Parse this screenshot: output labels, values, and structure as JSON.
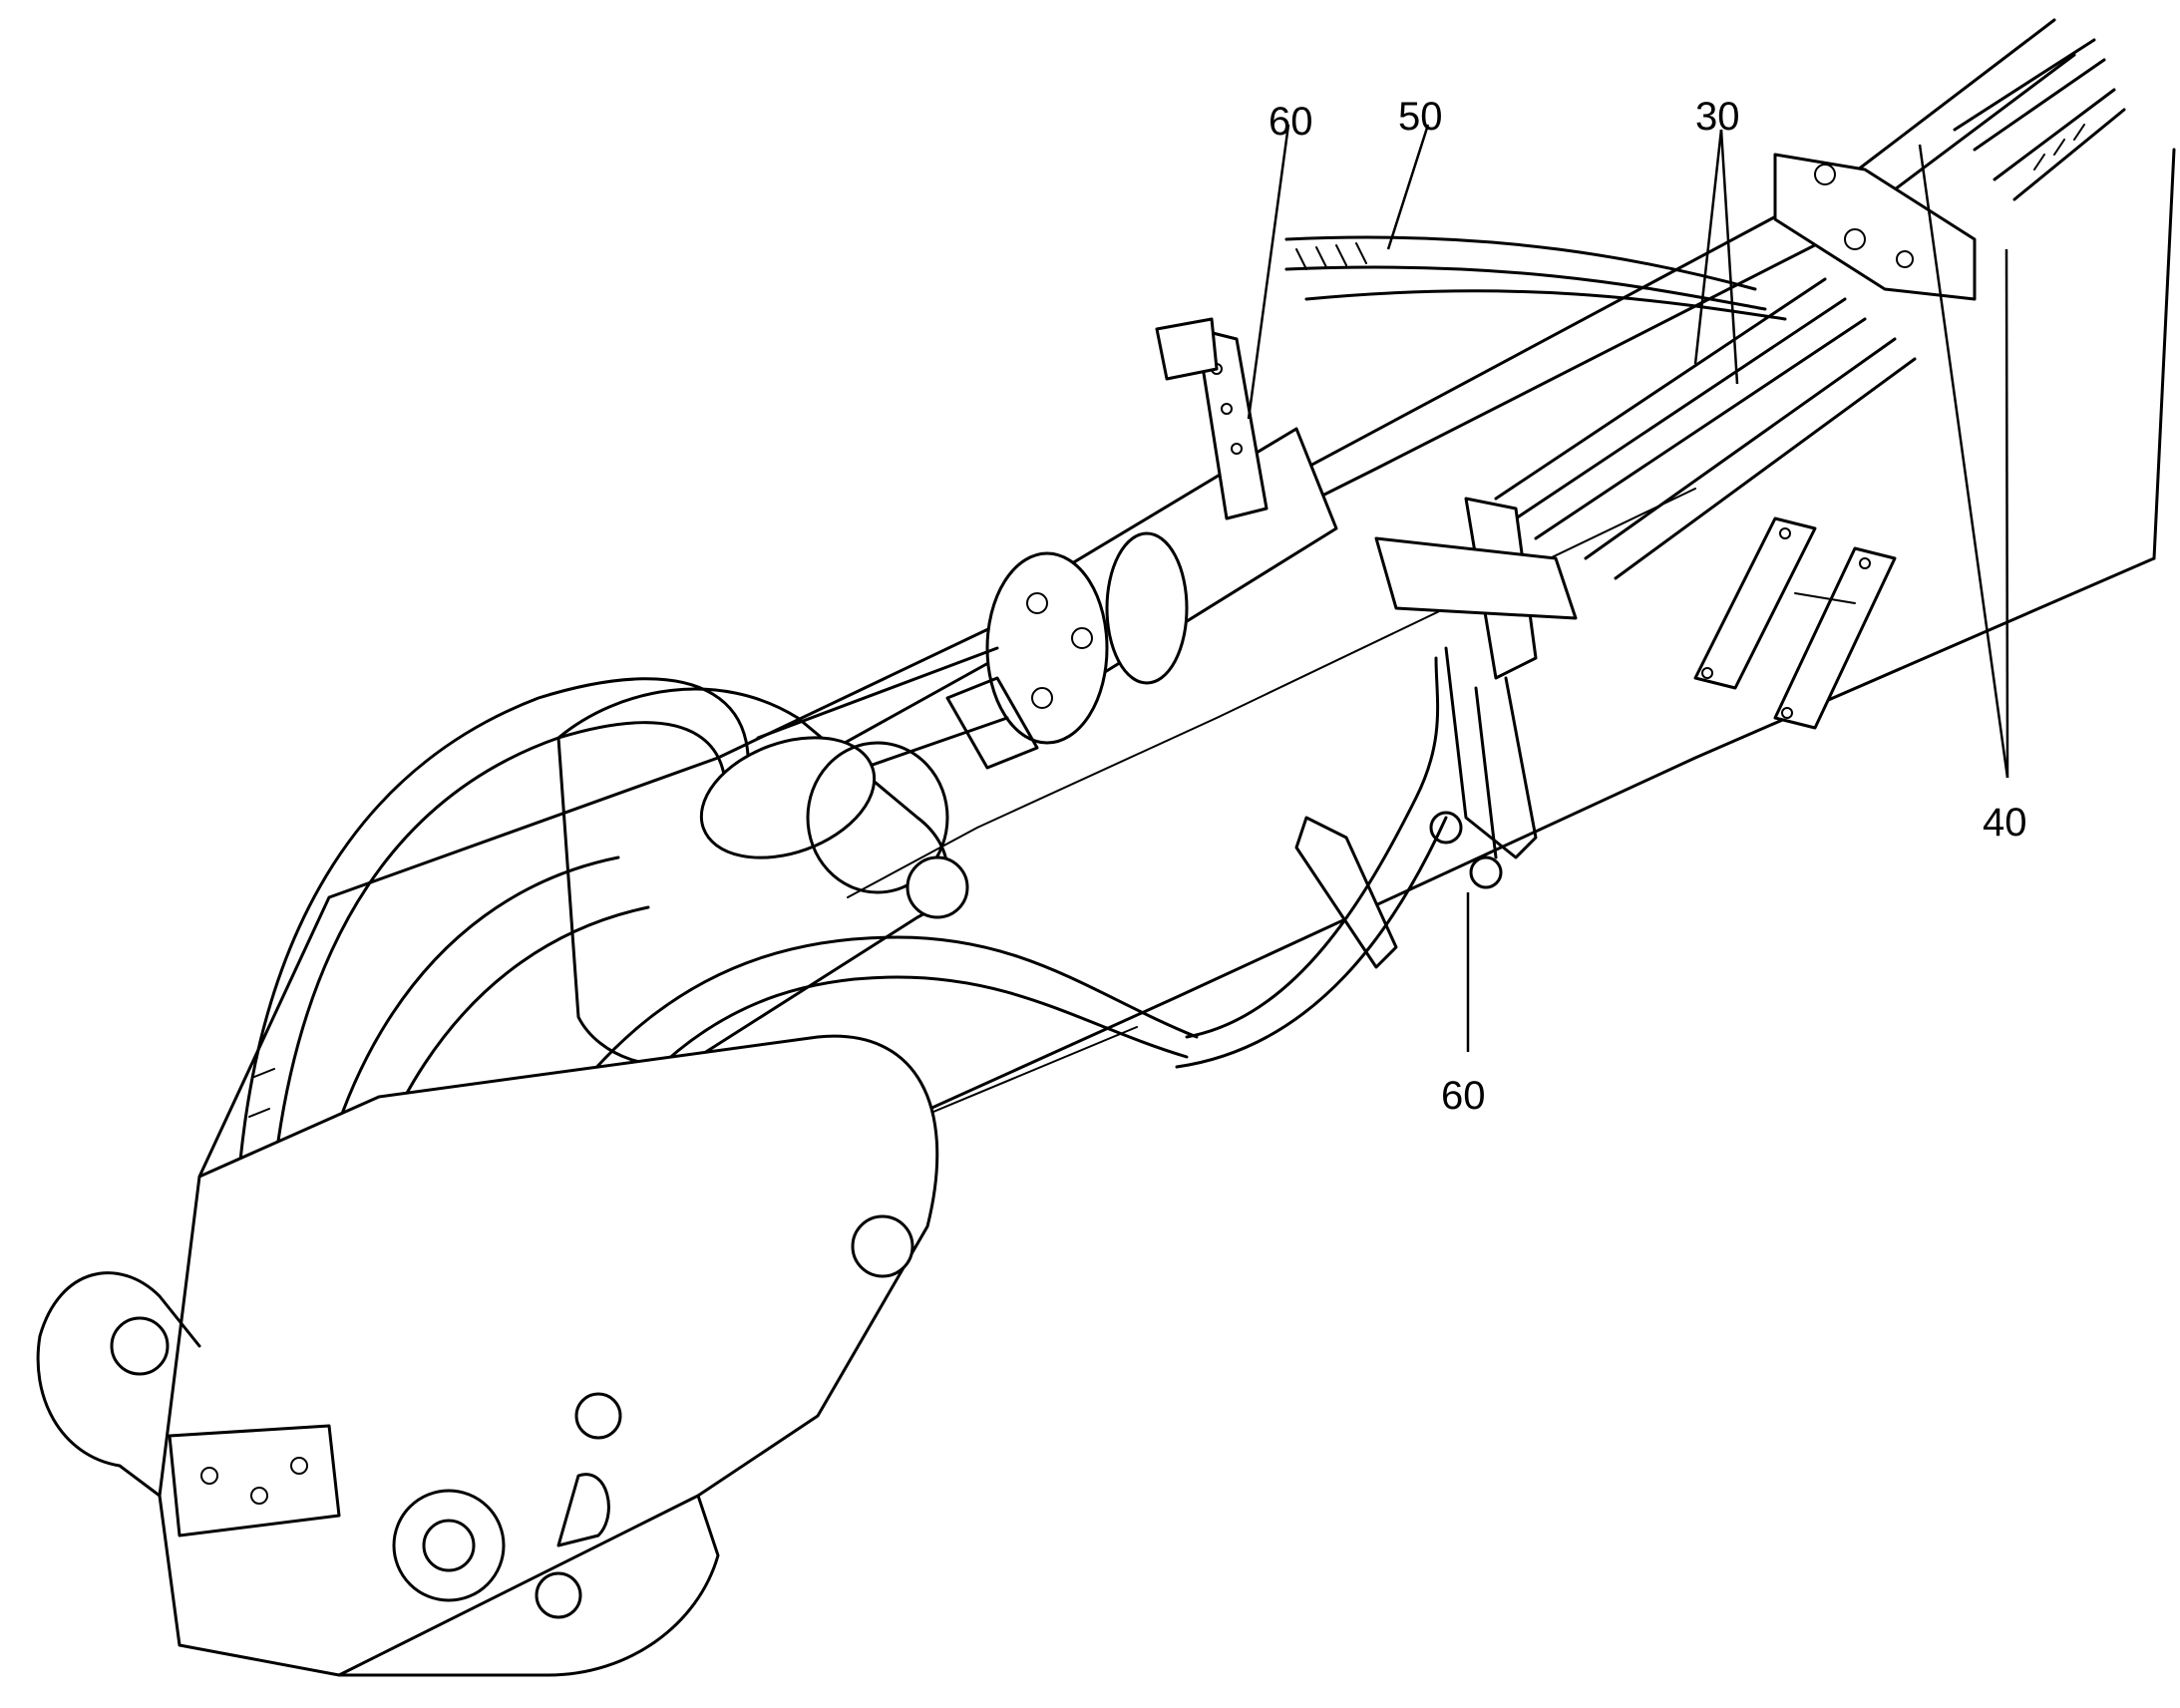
{
  "figure": {
    "labels": {
      "hydraulic_line_bundle": "30",
      "hydraulic_line_bundle_40": "40",
      "hose_50": "50",
      "bracket_upper_60": "60",
      "bracket_lower_60": "60"
    },
    "colors": {
      "line": "#000000",
      "background": "#ffffff"
    }
  }
}
